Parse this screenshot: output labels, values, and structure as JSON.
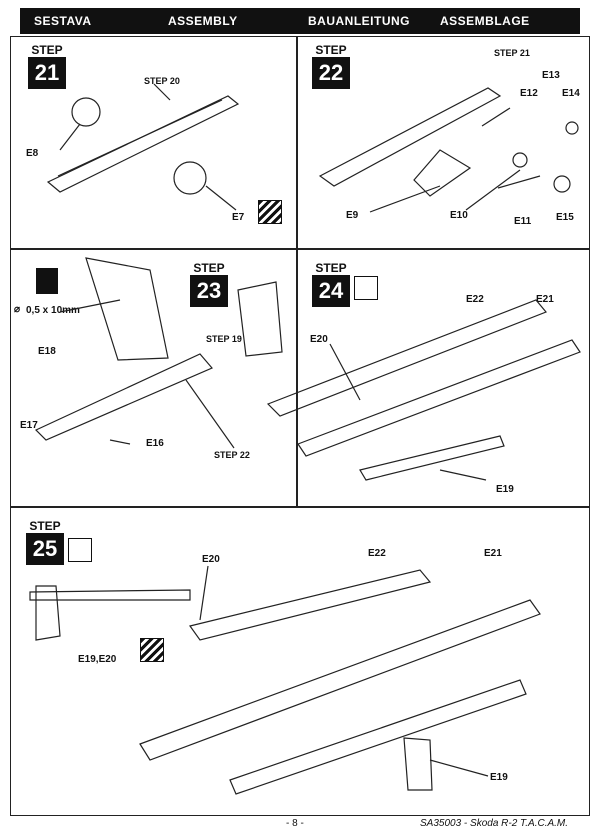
{
  "header": {
    "czech": "SESTAVA",
    "english": "ASSEMBLY",
    "german": "BAUANLEITUNG",
    "french": "ASSEMBLAGE"
  },
  "steps": {
    "s21": {
      "label": "STEP",
      "number": "21"
    },
    "s22": {
      "label": "STEP",
      "number": "22"
    },
    "s23": {
      "label": "STEP",
      "number": "23"
    },
    "s24": {
      "label": "STEP",
      "number": "24"
    },
    "s25": {
      "label": "STEP",
      "number": "25"
    }
  },
  "callouts": {
    "step21_ref": "STEP 20",
    "step22_ref": "STEP 21",
    "step23_ref_a": "STEP 19",
    "step23_ref_b": "STEP 22",
    "e7": "E7",
    "e8": "E8",
    "e9": "E9",
    "e10": "E10",
    "e11": "E11",
    "e12": "E12",
    "e13": "E13",
    "e14": "E14",
    "e15": "E15",
    "e16": "E16",
    "e17": "E17",
    "e18": "E18",
    "wire": "0,5 x 10mm",
    "e19_24": "E19",
    "e20_24": "E20",
    "e21_24": "E21",
    "e22_24": "E22",
    "e19e20": "E19,E20",
    "e20_25": "E20",
    "e21_25": "E21",
    "e22_25": "E22",
    "e19_25": "E19"
  },
  "footer": {
    "page": "- 8 -",
    "title": "SA35003 - Skoda R-2 T.A.C.A.M."
  },
  "icons": [
    "glue-icon",
    "symmetry-icon",
    "paint-hatch-icon",
    "diameter-icon"
  ]
}
